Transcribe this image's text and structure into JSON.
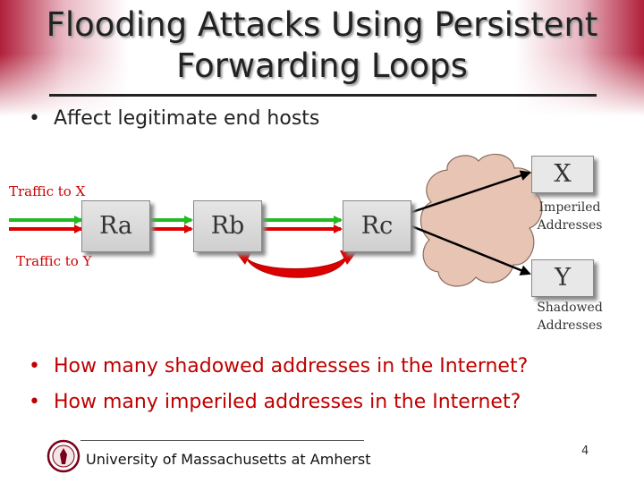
{
  "slide": {
    "title_line1": "Flooding Attacks Using Persistent",
    "title_line2": "Forwarding Loops",
    "bullets": [
      "Affect legitimate end hosts",
      "How many shadowed addresses in the Internet?",
      "How many imperiled addresses in the Internet?"
    ],
    "bullet_symbol": "•"
  },
  "diagram": {
    "traffic_x_label": "Traffic to X",
    "traffic_y_label": "Traffic to Y",
    "routers": [
      "Ra",
      "Rb",
      "Rc"
    ],
    "destination_x": "X",
    "destination_y": "Y",
    "imperiled_caption_1": "Imperiled",
    "imperiled_caption_2": "Addresses",
    "shadowed_caption_1": "Shadowed",
    "shadowed_caption_2": "Addresses",
    "colors": {
      "traffic_x": "#22bb22",
      "traffic_y": "#dd0000",
      "loop": "#dd0000",
      "cloud": "#e8c4b4",
      "label": "#cc0000",
      "title_band": "#b01f3a"
    }
  },
  "footer": {
    "university": "University of Massachusetts at Amherst",
    "page_number": "4",
    "logo_icon": "umass-seal-icon"
  }
}
